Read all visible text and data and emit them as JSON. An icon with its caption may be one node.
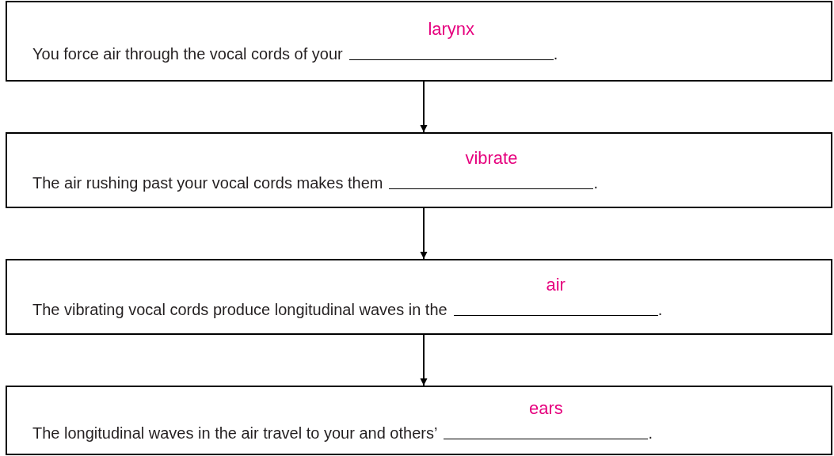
{
  "diagram": {
    "nodes": [
      {
        "text": [
          "You force air through the vocal cords of your",
          "larynx",
          "."
        ]
      },
      {
        "text": [
          "The air rushing past your vocal cords makes them",
          "vibrate",
          "."
        ]
      },
      {
        "text": [
          "The vibrating vocal cords produce longitudinal waves in the",
          "air",
          "."
        ]
      },
      {
        "text": [
          "The longitudinal waves in the air travel to your and others’",
          "ears",
          "."
        ]
      }
    ],
    "edges": [
      {
        "from": 0,
        "to": 1,
        "arrow": "to"
      },
      {
        "from": 1,
        "to": 2,
        "arrow": "to"
      },
      {
        "from": 2,
        "to": 3,
        "arrow": "to"
      }
    ]
  }
}
